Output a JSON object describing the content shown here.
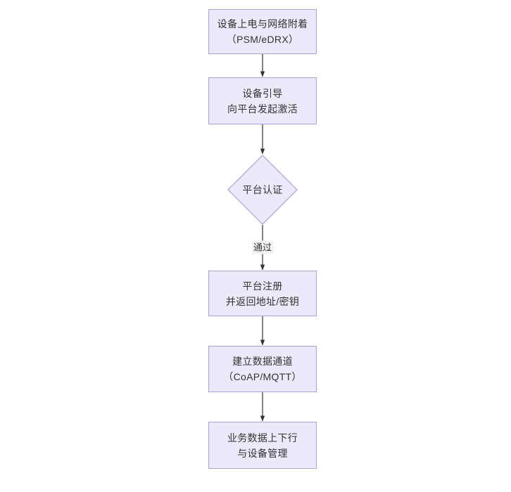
{
  "diagram": {
    "type": "flowchart",
    "orientation": "top-to-bottom",
    "background_color": "#ffffff",
    "node_fill_color": "#ece9fb",
    "node_border_color": "#b29de0",
    "edge_color": "#333333",
    "text_color": "#333333",
    "nodes": [
      {
        "id": "n1",
        "shape": "rect",
        "line1": "设备上电与网络附着",
        "line2": "（PSM/eDRX）"
      },
      {
        "id": "n2",
        "shape": "rect",
        "line1": "设备引导",
        "line2": "向平台发起激活"
      },
      {
        "id": "n3",
        "shape": "diamond",
        "line1": "平台认证",
        "line2": ""
      },
      {
        "id": "n4",
        "shape": "rect",
        "line1": "平台注册",
        "line2": "并返回地址/密钥"
      },
      {
        "id": "n5",
        "shape": "rect",
        "line1": "建立数据通道",
        "line2": "（CoAP/MQTT）"
      },
      {
        "id": "n6",
        "shape": "rect",
        "line1": "业务数据上下行",
        "line2": "与设备管理"
      }
    ],
    "edges": [
      {
        "from": "n1",
        "to": "n2",
        "label": ""
      },
      {
        "from": "n2",
        "to": "n3",
        "label": ""
      },
      {
        "from": "n3",
        "to": "n4",
        "label": "通过"
      },
      {
        "from": "n4",
        "to": "n5",
        "label": ""
      },
      {
        "from": "n5",
        "to": "n6",
        "label": ""
      }
    ]
  }
}
